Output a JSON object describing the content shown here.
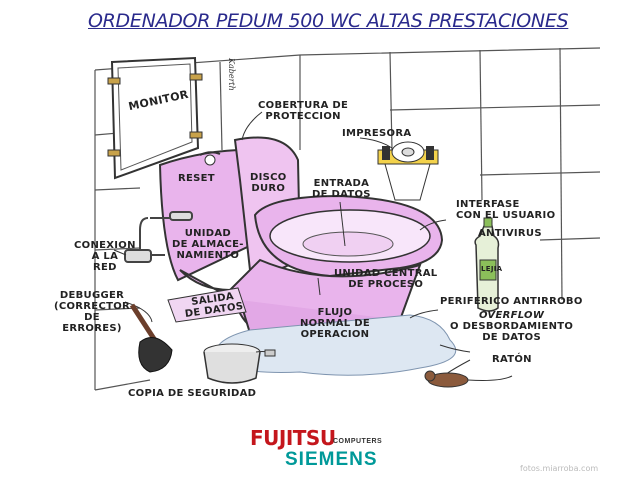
{
  "title": "ORDENADOR PEDUM 500 WC ALTAS PRESTACIONES",
  "labels": {
    "monitor": "MONITOR",
    "cobertura": [
      "COBERTURA DE",
      "PROTECCION"
    ],
    "impresora": "IMPRESORA",
    "reset": "RESET",
    "disco": [
      "DISCO",
      "DURO"
    ],
    "entrada": [
      "ENTRADA",
      "DE DATOS"
    ],
    "interfase": [
      "INTERFASE",
      "CON EL USUARIO"
    ],
    "antivirus": "ANTIVIRUS",
    "conexion": [
      "CONEXION",
      "A LA",
      "RED"
    ],
    "unidad_alm": [
      "UNIDAD",
      "DE ALMACE-",
      "NAMIENTO"
    ],
    "unidad_central": [
      "UNIDAD CENTRAL",
      "DE PROCESO"
    ],
    "lejia": "LEJIA",
    "debugger": [
      "DEBUGGER",
      "(CORRECTOR",
      "DE",
      "ERRORES)"
    ],
    "salida": [
      "SALIDA",
      "DE DATOS"
    ],
    "flujo": [
      "FLUJO",
      "NORMAL DE",
      "OPERACION"
    ],
    "periferico": "PERIFERICO ANTIRROBO",
    "overflow": [
      "OVERFLOW",
      "O DESBORDAMIENTO",
      "DE DATOS"
    ],
    "raton": "RATÓN",
    "copia": "COPIA DE SEGURIDAD"
  },
  "logo": {
    "fujitsu": "FUJITSU",
    "computers": "COMPUTERS",
    "siemens": "SIEMENS"
  },
  "signature": "Kaberth",
  "watermark": "fotos.miarroba.com",
  "colors": {
    "title": "#2a2a8c",
    "toilet": "#e9b4ec",
    "fujitsu": "#c4161c",
    "siemens": "#009999"
  }
}
